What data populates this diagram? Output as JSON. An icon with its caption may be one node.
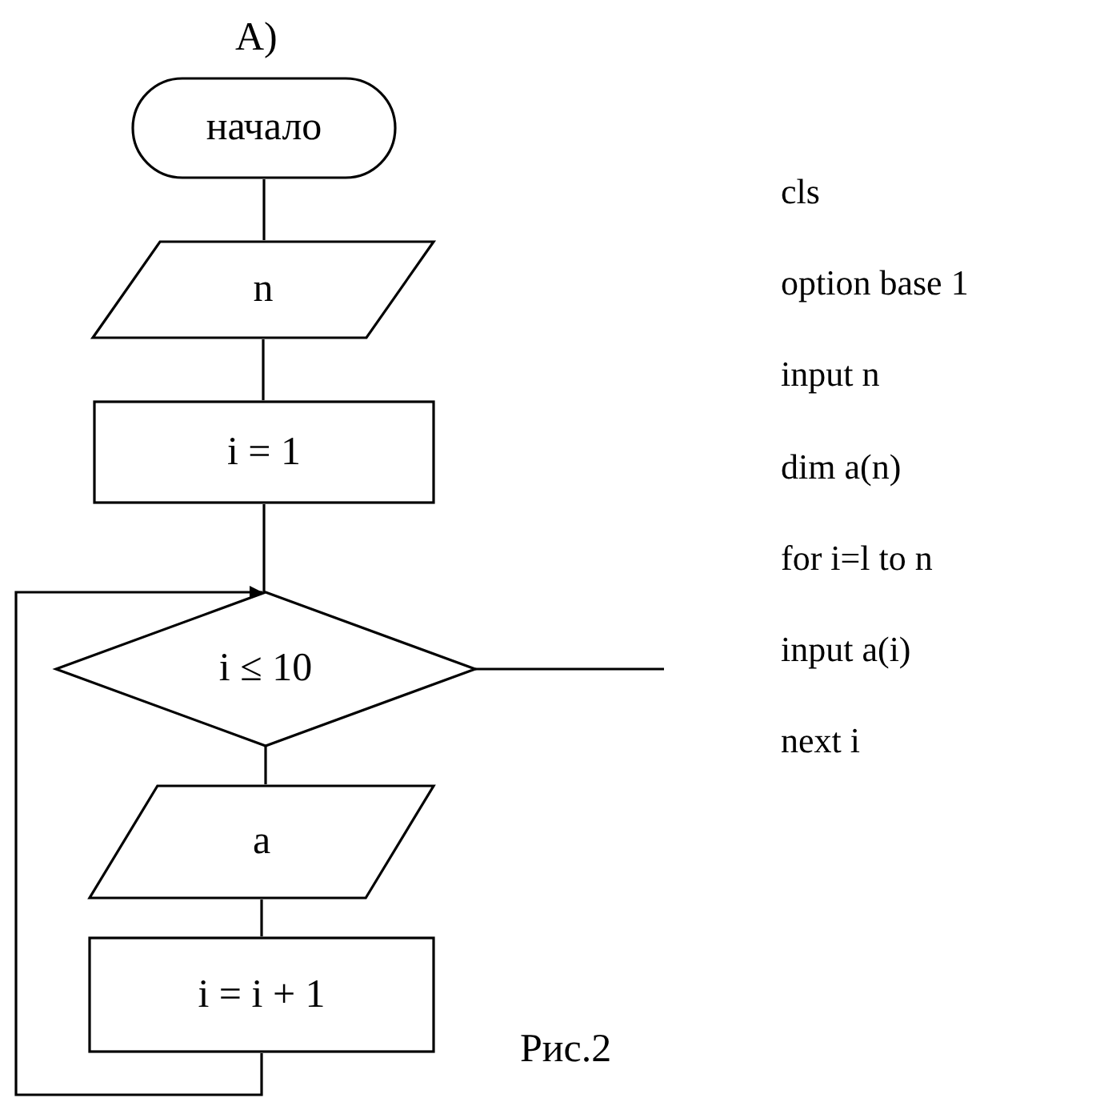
{
  "diagram": {
    "title": "А)",
    "caption": "Рис.2",
    "nodes": [
      {
        "text": [
          "начало"
        ]
      },
      {
        "text": [
          "n"
        ]
      },
      {
        "text": [
          "i = 1"
        ]
      },
      {
        "text": [
          "i ≤ 10"
        ]
      },
      {
        "text": [
          "a"
        ]
      },
      {
        "text": [
          "i = i + 1"
        ]
      }
    ],
    "edges": [
      {
        "from": 0,
        "to": 1,
        "arrow": "none"
      },
      {
        "from": 1,
        "to": 2,
        "arrow": "none"
      },
      {
        "from": 2,
        "to": 3,
        "arrow": "none"
      },
      {
        "from": 3,
        "to": 4,
        "arrow": "none"
      },
      {
        "from": 4,
        "to": 5,
        "arrow": "none"
      },
      {
        "from": 5,
        "to": 3,
        "arrow": "to"
      },
      {
        "from": 3,
        "to": null,
        "arrow": "none"
      }
    ],
    "labels": [
      "cls",
      "option base 1",
      "input n",
      "dim a(n)",
      "for i=l to n",
      "input a(i)",
      "next i"
    ]
  }
}
